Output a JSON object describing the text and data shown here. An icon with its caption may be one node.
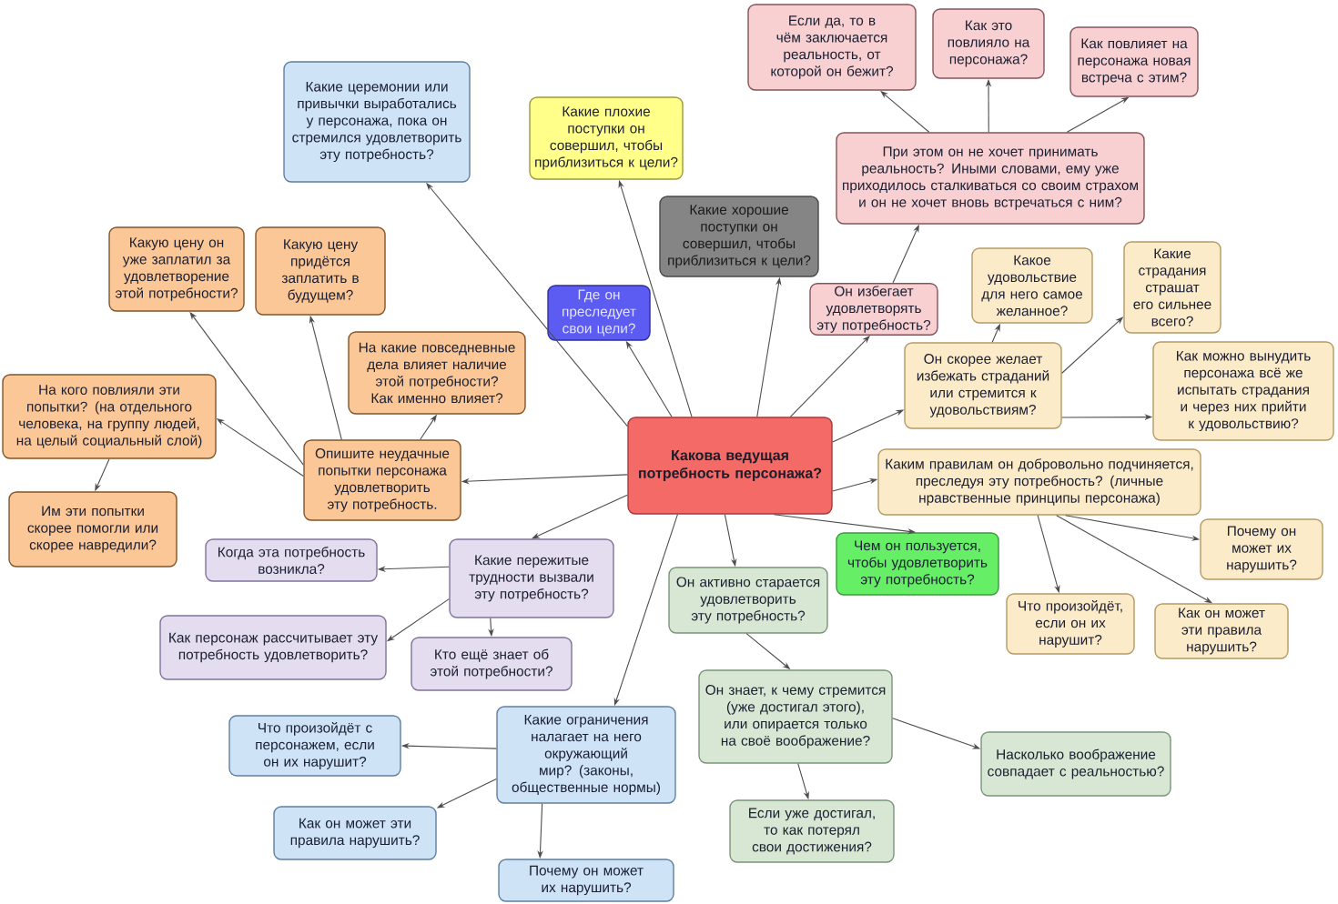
{
  "diagram": {
    "nodes": [
      {
        "text": [
          "Какова ведущая потребность персонажа?"
        ]
      },
      {
        "text": [
          "Какие церемонии или привычки выработались у персонажа, пока он стремился удовлетворить эту потребность?"
        ]
      },
      {
        "text": [
          "Какие плохие поступки он совершил, чтобы приблизиться к цели?"
        ]
      },
      {
        "text": [
          "Какие хорошие поступки он совершил, чтобы приблизиться к цели?"
        ]
      },
      {
        "text": [
          "Где он преследует свои цели?"
        ]
      },
      {
        "text": [
          "Какую цену он уже заплатил за удовлетворение этой потребности?"
        ]
      },
      {
        "text": [
          "Какую цену придётся заплатить в будущем?"
        ]
      },
      {
        "text": [
          "На какие повседневные дела влияет наличие этой потребности? Как именно влияет?"
        ]
      },
      {
        "text": [
          "На кого повлияли эти попытки? (на отдельного человека, на группу людей, на целый социальный слой)"
        ]
      },
      {
        "text": [
          "Опишите неудачные попытки персонажа удовлетворить эту потребность."
        ]
      },
      {
        "text": [
          "Им эти попытки скорее помогли или скорее навредили?"
        ]
      },
      {
        "text": [
          "Какие пережитые трудности вызвали эту потребность?"
        ]
      },
      {
        "text": [
          "Когда эта потребность возникла?"
        ]
      },
      {
        "text": [
          "Как персонаж рассчитывает эту потребность удовлетворить?"
        ]
      },
      {
        "text": [
          "Кто ещё знает об этой потребности?"
        ]
      },
      {
        "text": [
          "Какие ограничения налагает на него окружающий мир? (законы, общественные нормы)"
        ]
      },
      {
        "text": [
          "Что произойдёт с персонажем, если он их нарушит?"
        ]
      },
      {
        "text": [
          "Как он может эти правила нарушить?"
        ]
      },
      {
        "text": [
          "Почему он может их нарушить?"
        ]
      },
      {
        "text": [
          "Он избегает удовлетворять эту потребность?"
        ]
      },
      {
        "text": [
          "При этом он не хочет принимать реальность? Иными словами, ему уже приходилось сталкиваться со своим страхом и он не хочет вновь встречаться с ним?"
        ]
      },
      {
        "text": [
          "Если да, то в чём заключается реальность, от которой он бежит?"
        ]
      },
      {
        "text": [
          "Как это повлияло на персонажа?"
        ]
      },
      {
        "text": [
          "Как повлияет на персонажа новая встреча с этим?"
        ]
      },
      {
        "text": [
          "Какое удовольствие для него самое желанное?"
        ]
      },
      {
        "text": [
          "Какие страдания страшат его сильнее всего?"
        ]
      },
      {
        "text": [
          "Он скорее желает избежать страданий или стремится к удовольствиям?"
        ]
      },
      {
        "text": [
          "Как можно вынудить персонажа всё же испытать страдания и через них прийти к удовольствию?"
        ]
      },
      {
        "text": [
          "Каким правилам он добровольно подчиняется, преследуя эту потребность? (личные нравственные принципы персонажа)"
        ]
      },
      {
        "text": [
          "Почему он может их нарушить?"
        ]
      },
      {
        "text": [
          "Что произойдёт, если он их нарушит?"
        ]
      },
      {
        "text": [
          "Как он может эти правила нарушить?"
        ]
      },
      {
        "text": [
          "Чем он пользуется, чтобы удовлетворить эту потребность?"
        ]
      },
      {
        "text": [
          "Он активно старается удовлетворить эту потребность?"
        ]
      },
      {
        "text": [
          "Он знает, к чему стремится (уже достигал этого), или опирается только на своё воображение?"
        ]
      },
      {
        "text": [
          "Насколько воображение совпадает с реальностью?"
        ]
      },
      {
        "text": [
          "Если уже достигал, то как потерял свои достижения?"
        ]
      }
    ],
    "edges": [
      {
        "from": 0,
        "to": 1,
        "arrow": "to"
      },
      {
        "from": 0,
        "to": 2,
        "arrow": "to"
      },
      {
        "from": 0,
        "to": 3,
        "arrow": "to"
      },
      {
        "from": 0,
        "to": 4,
        "arrow": "to"
      },
      {
        "from": 0,
        "to": 19,
        "arrow": "to"
      },
      {
        "from": 19,
        "to": 20,
        "arrow": "to"
      },
      {
        "from": 20,
        "to": 21,
        "arrow": "to"
      },
      {
        "from": 20,
        "to": 22,
        "arrow": "to"
      },
      {
        "from": 20,
        "to": 23,
        "arrow": "to"
      },
      {
        "from": 0,
        "to": 26,
        "arrow": "to"
      },
      {
        "from": 26,
        "to": 24,
        "arrow": "to"
      },
      {
        "from": 26,
        "to": 25,
        "arrow": "to"
      },
      {
        "from": 26,
        "to": 27,
        "arrow": "to"
      },
      {
        "from": 0,
        "to": 28,
        "arrow": "to"
      },
      {
        "from": 28,
        "to": 29,
        "arrow": "to"
      },
      {
        "from": 28,
        "to": 30,
        "arrow": "to"
      },
      {
        "from": 28,
        "to": 31,
        "arrow": "to"
      },
      {
        "from": 0,
        "to": 32,
        "arrow": "to"
      },
      {
        "from": 0,
        "to": 33,
        "arrow": "to"
      },
      {
        "from": 33,
        "to": 34,
        "arrow": "to"
      },
      {
        "from": 34,
        "to": 35,
        "arrow": "to"
      },
      {
        "from": 34,
        "to": 36,
        "arrow": "to"
      },
      {
        "from": 0,
        "to": 15,
        "arrow": "to"
      },
      {
        "from": 15,
        "to": 16,
        "arrow": "to"
      },
      {
        "from": 15,
        "to": 17,
        "arrow": "to"
      },
      {
        "from": 15,
        "to": 18,
        "arrow": "to"
      },
      {
        "from": 0,
        "to": 11,
        "arrow": "to"
      },
      {
        "from": 11,
        "to": 12,
        "arrow": "to"
      },
      {
        "from": 11,
        "to": 13,
        "arrow": "to"
      },
      {
        "from": 11,
        "to": 14,
        "arrow": "to"
      },
      {
        "from": 0,
        "to": 9,
        "arrow": "to"
      },
      {
        "from": 9,
        "to": 5,
        "arrow": "to"
      },
      {
        "from": 9,
        "to": 6,
        "arrow": "to"
      },
      {
        "from": 9,
        "to": 7,
        "arrow": "to"
      },
      {
        "from": 9,
        "to": 8,
        "arrow": "to"
      },
      {
        "from": 8,
        "to": 10,
        "arrow": "to"
      }
    ]
  }
}
